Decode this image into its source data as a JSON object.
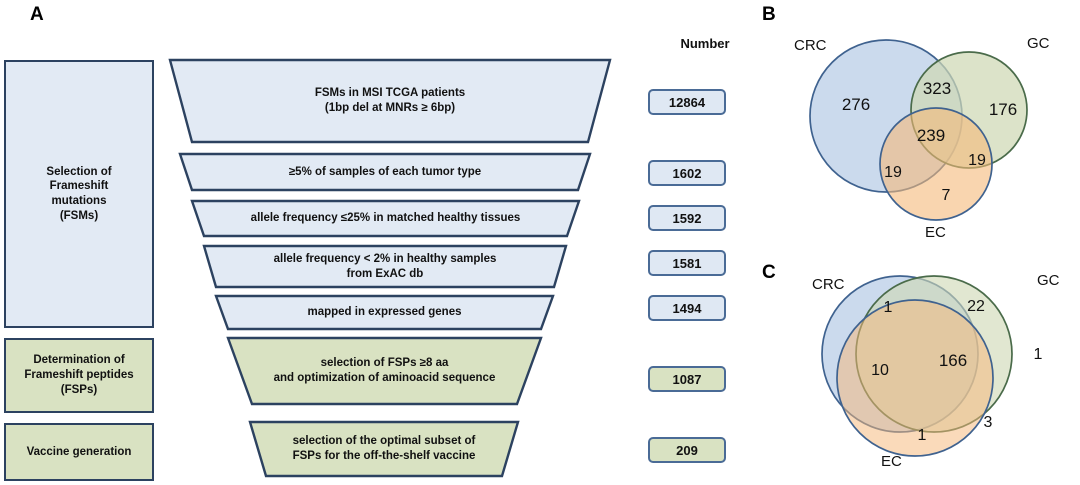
{
  "figure": {
    "panels": [
      {
        "letter": "A"
      },
      {
        "letter": "B"
      },
      {
        "letter": "C"
      }
    ]
  },
  "panelA": {
    "letter": "A",
    "number_header": "Number",
    "categories": [
      {
        "id": "fsm",
        "label": "Selection of\nFrameshift\nmutations\n(FSMs)",
        "color": "blue"
      },
      {
        "id": "fsp",
        "label": "Determination of\nFrameshift peptides\n(FSPs)",
        "color": "green"
      },
      {
        "id": "vaccine",
        "label": "Vaccine generation",
        "color": "green"
      }
    ],
    "steps": [
      {
        "id": "step1",
        "text": "FSMs in  MSI TCGA patients\n(1bp del at  MNRs ≥ 6bp)",
        "number": "12864",
        "color": "blue"
      },
      {
        "id": "step2",
        "text": "≥5% of samples of each tumor type",
        "number": "1602",
        "color": "blue"
      },
      {
        "id": "step3",
        "text": "allele frequency ≤25% in matched healthy tissues",
        "number": "1592",
        "color": "blue"
      },
      {
        "id": "step4",
        "text": "allele frequency < 2% in healthy samples\nfrom ExAC db",
        "number": "1581",
        "color": "blue"
      },
      {
        "id": "step5",
        "text": "mapped in expressed genes",
        "number": "1494",
        "color": "blue"
      },
      {
        "id": "step6",
        "text": "selection of FSPs ≥8 aa\nand optimization of aminoacid sequence",
        "number": "1087",
        "color": "green"
      },
      {
        "id": "step7",
        "text": "selection of the optimal subset of\nFSPs for the off-the-shelf vaccine",
        "number": "209",
        "color": "green"
      }
    ]
  },
  "panelB": {
    "letter": "B",
    "set_labels": {
      "crc": "CRC",
      "gc": "GC",
      "ec": "EC"
    },
    "counts": {
      "crc_only": "276",
      "gc_only": "176",
      "ec_only": "7",
      "crc_gc": "323",
      "crc_ec": "19",
      "gc_ec": "19",
      "crc_gc_ec": "239"
    }
  },
  "panelC": {
    "letter": "C",
    "set_labels": {
      "crc": "CRC",
      "gc": "GC",
      "ec": "EC"
    },
    "counts": {
      "crc_only": "1",
      "gc_only": "1",
      "ec_only": "1",
      "crc_gc": "22",
      "crc_ec": "10",
      "gc_ec": "3",
      "crc_gc_ec": "166"
    }
  },
  "colors": {
    "fill_blue": "#e2eaf4",
    "fill_green": "#d9e2c2",
    "border_dark": "#2c4260",
    "border_box": "#4a6b96",
    "venn_crc": "#bcd0e8",
    "venn_gc": "#dfe5cd",
    "venn_ec": "#f8d9b8",
    "venn_stroke": "#3f628f"
  }
}
